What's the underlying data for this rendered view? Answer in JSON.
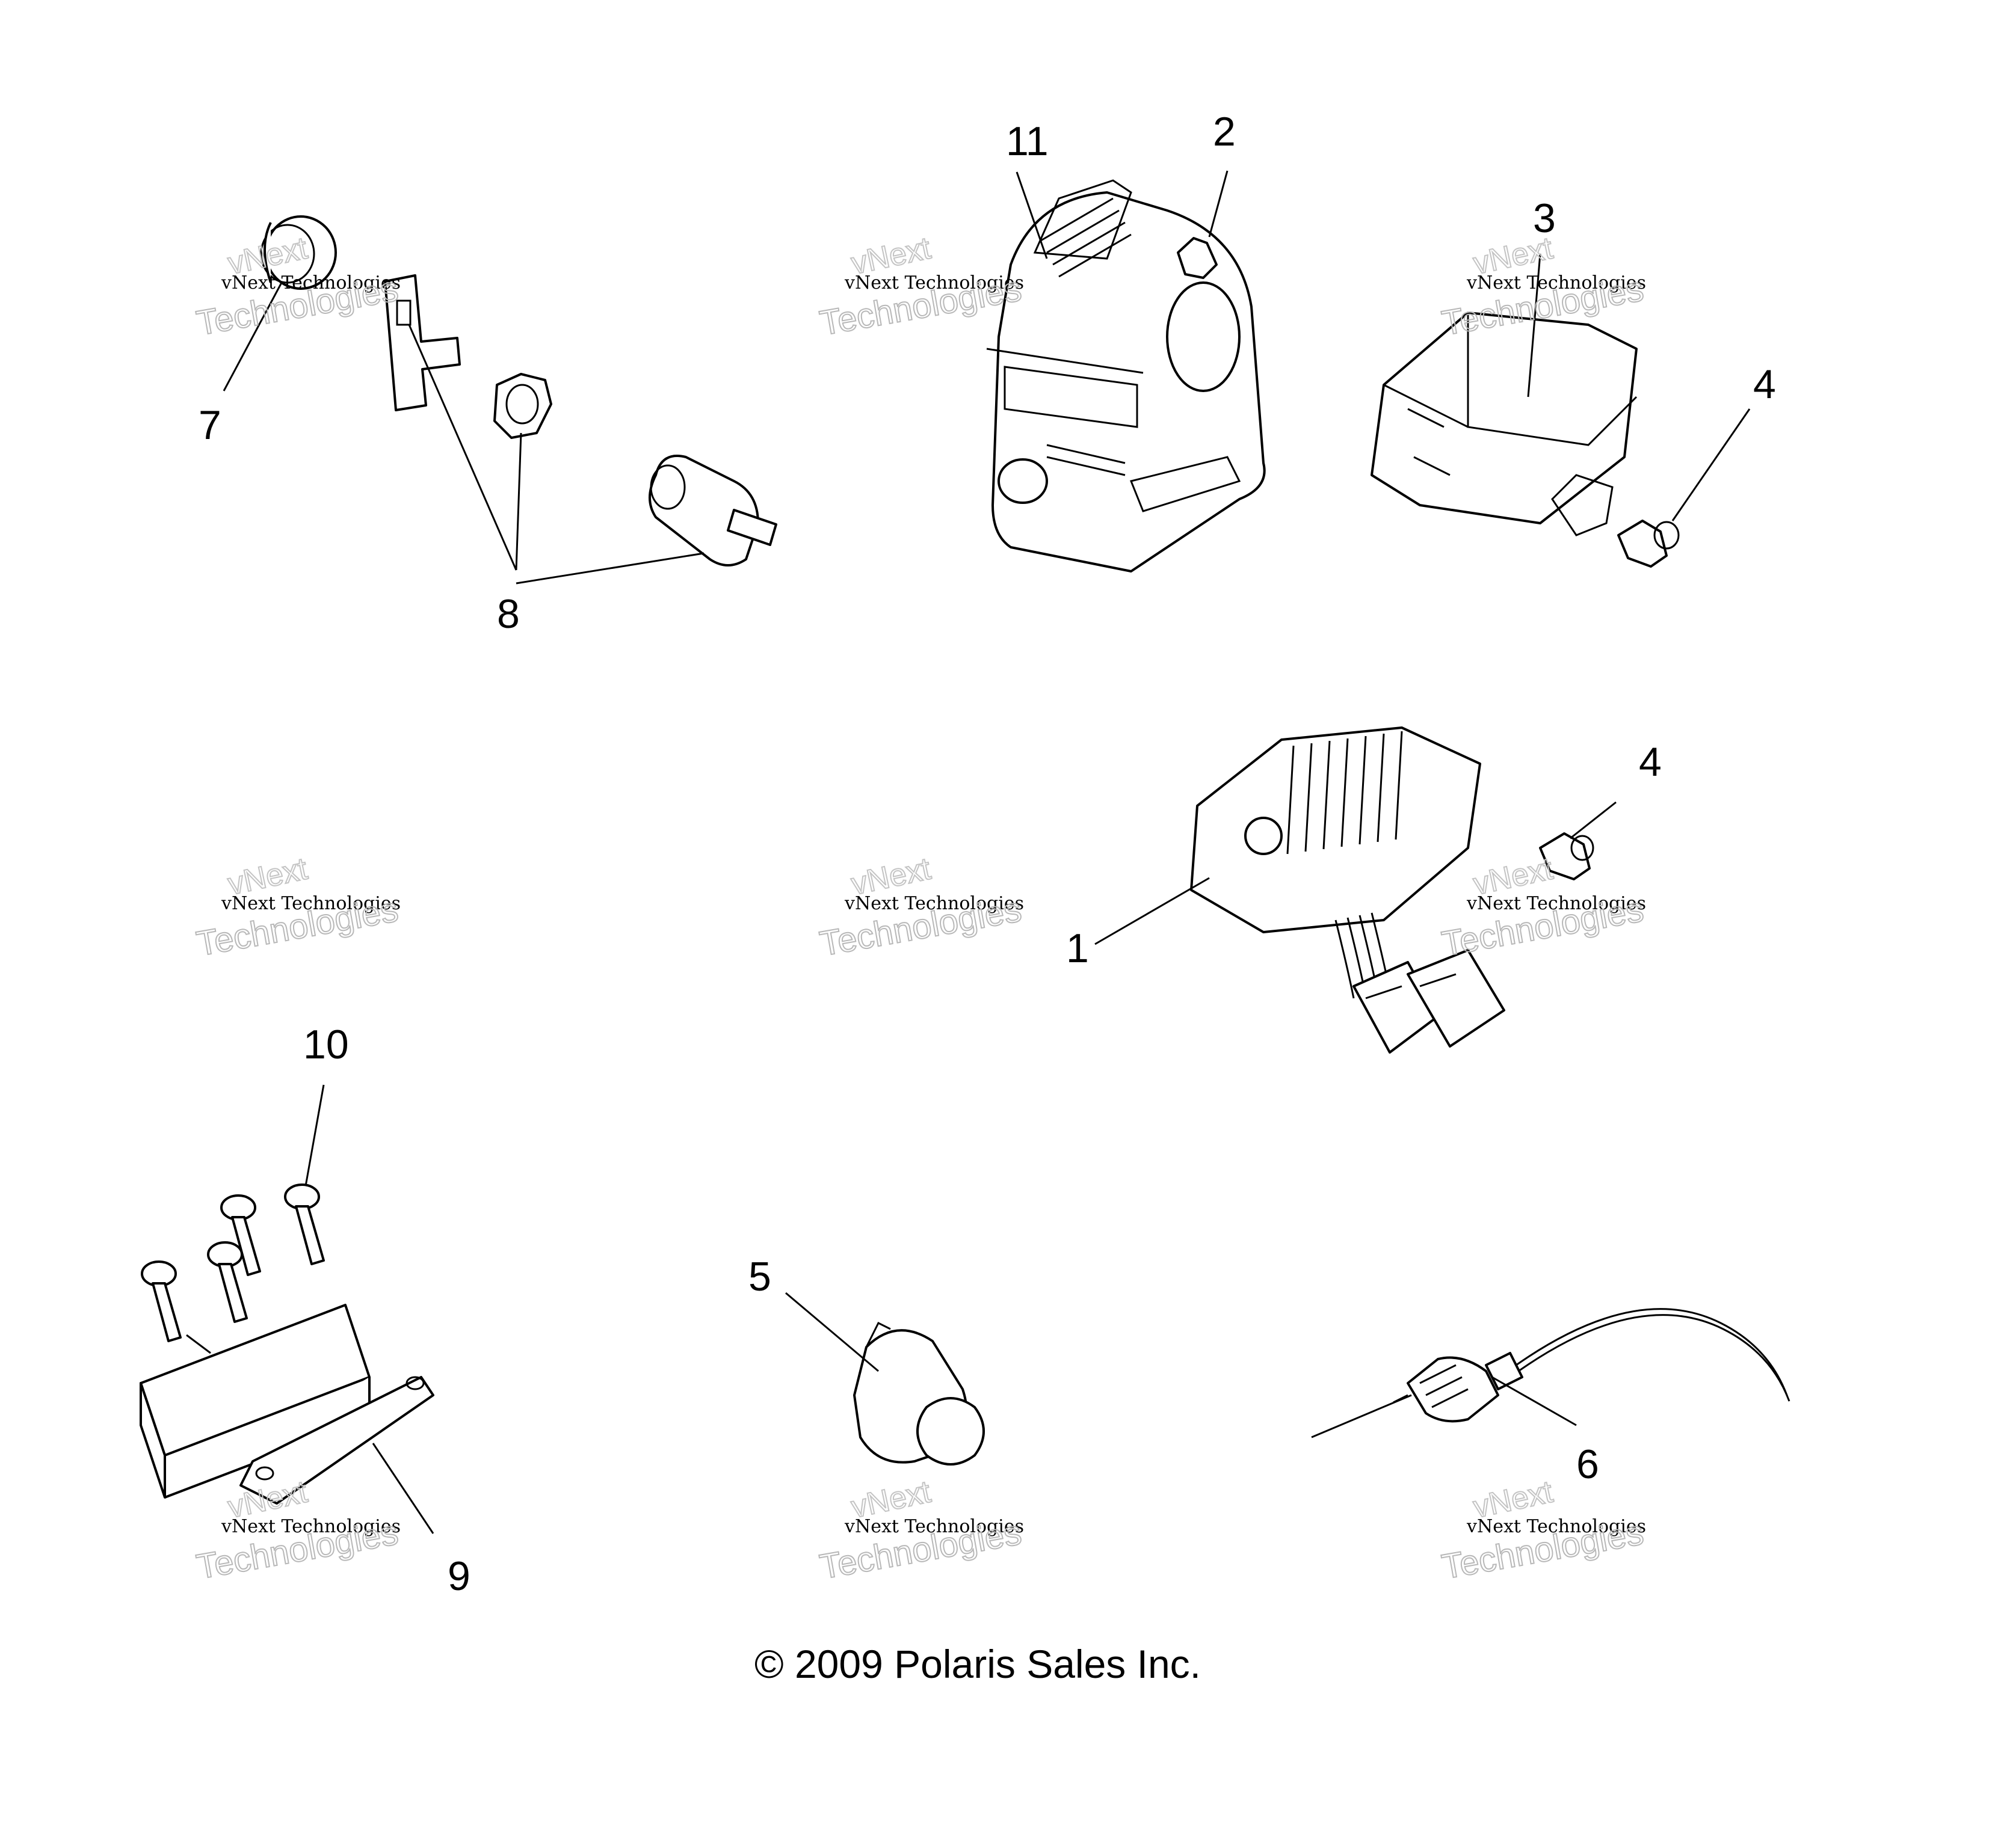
{
  "diagram": {
    "callouts": {
      "c1": "1",
      "c2": "2",
      "c3": "3",
      "c4a": "4",
      "c4b": "4",
      "c5": "5",
      "c6": "6",
      "c7": "7",
      "c8": "8",
      "c9": "9",
      "c10": "10",
      "c11": "11"
    },
    "copyright": "© 2009 Polaris Sales Inc.",
    "watermark": {
      "line1": "vNext Technologies",
      "line2": "Technologies",
      "line3": "vNext"
    }
  }
}
